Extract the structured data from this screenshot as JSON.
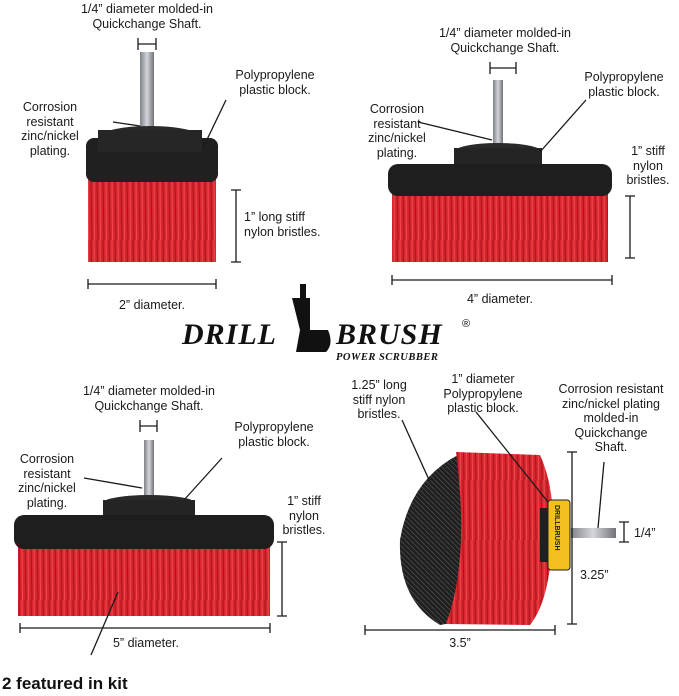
{
  "colors": {
    "bristle_red": "#d8262e",
    "bristle_dark": "#1c1c1c",
    "block_black": "#202020",
    "shaft_silver": "#a9adb2",
    "badge_yellow": "#f2c020",
    "line": "#1a1a1a"
  },
  "icons": {
    "logo_mark": "drill-silhouette-icon"
  },
  "logo": {
    "drill": "DRILL",
    "brush": "BRUSH",
    "registered": "®",
    "tagline": "POWER SCRUBBER"
  },
  "brush_2in": {
    "shaft_label": "1/4” diameter molded-in\nQuickchange Shaft.",
    "plating_label": "Corrosion\nresistant\nzinc/nickel\nplating.",
    "block_label": "Polypropylene\nplastic block.",
    "bristle_label": "1” long stiff\nnylon bristles.",
    "diameter_label": "2” diameter."
  },
  "brush_4in": {
    "shaft_label": "1/4” diameter molded-in\nQuickchange Shaft.",
    "plating_label": "Corrosion\nresistant\nzinc/nickel\nplating.",
    "block_label": "Polypropylene\nplastic block.",
    "bristle_label": "1” stiff\nnylon\nbristles.",
    "diameter_label": "4” diameter."
  },
  "brush_5in": {
    "shaft_label": "1/4” diameter molded-in\nQuickchange Shaft.",
    "plating_label": "Corrosion\nresistant\nzinc/nickel\nplating.",
    "block_label": "Polypropylene\nplastic block.",
    "bristle_label": "1” stiff\nnylon\nbristles.",
    "diameter_label": "5” diameter.",
    "kit_note": "2 featured in kit"
  },
  "brush_cylinder": {
    "bristle_label": "1.25” long\nstiff nylon\nbristles.",
    "block_label": "1” diameter\nPolypropylene\nplastic block.",
    "shaft_label": "Corrosion resistant\nzinc/nickel plating\nmolded-in\nQuickchange\nShaft.",
    "shaft_size_label": "1/4”",
    "height_label": "3.25”",
    "width_label": "3.5”",
    "badge_text": "DRILLBRUSH"
  }
}
